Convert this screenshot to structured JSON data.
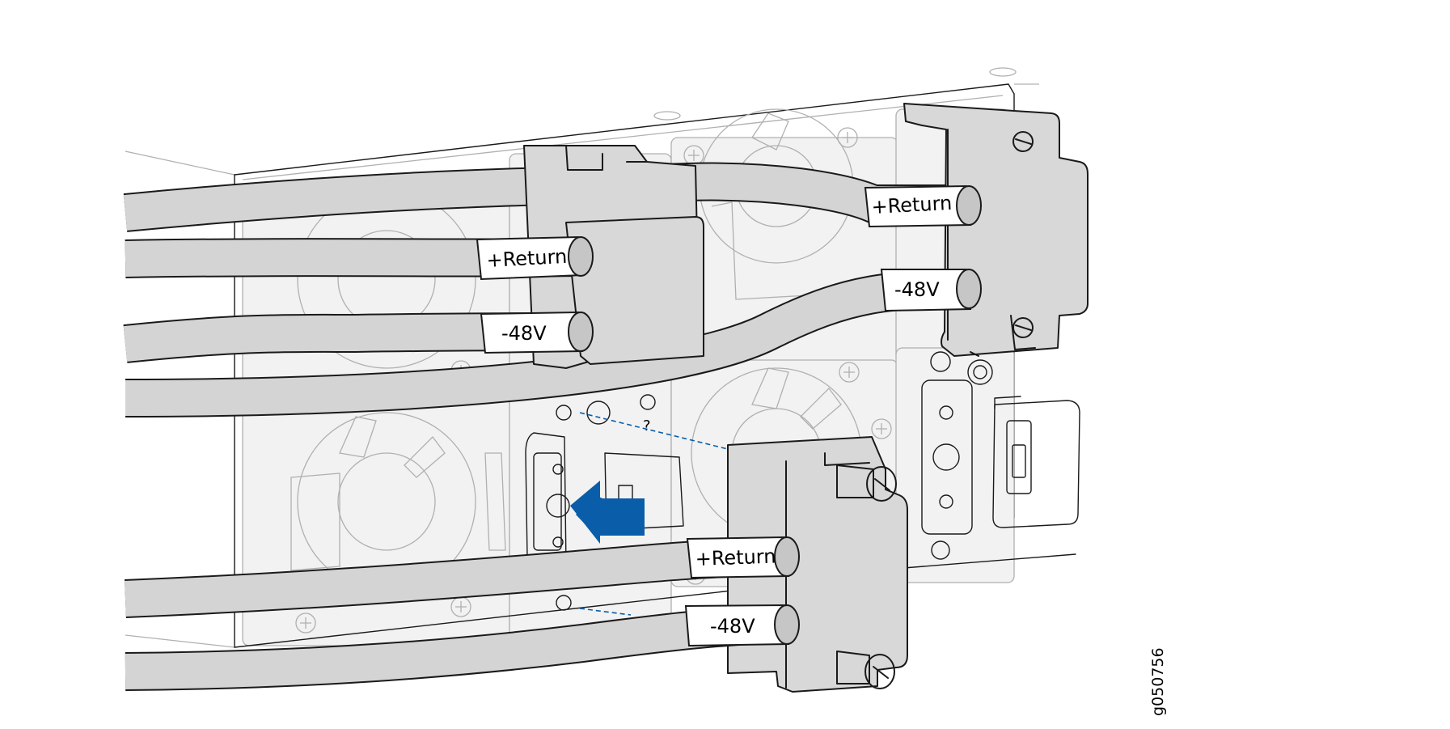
{
  "figure_id": "g050756",
  "labels": {
    "return": "+Return",
    "minus48": "-48V"
  },
  "colors": {
    "cable": "#d4d4d4",
    "cable_end": "#c6c6c6",
    "sleeve": "#ffffff",
    "connector": "#d8d8d8",
    "arrow": "#0a5da8",
    "outline": "#1a1a1a",
    "background_line": "#b0b0b0"
  },
  "icons": [
    "insertion-arrow-icon",
    "guide-dashed-line"
  ]
}
